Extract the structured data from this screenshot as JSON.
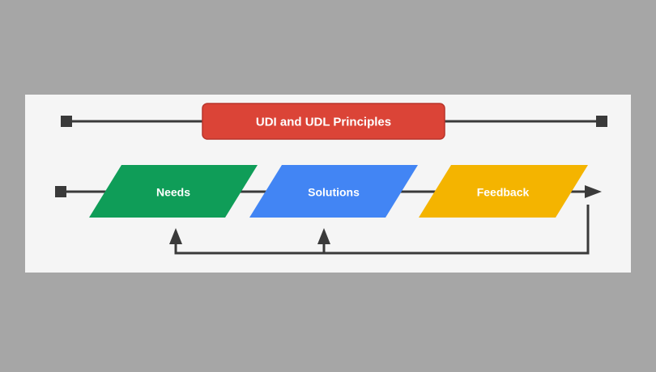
{
  "diagram": {
    "title": "UDI and UDL Principles",
    "steps": [
      {
        "label": "Needs",
        "color": "#0f9d58"
      },
      {
        "label": "Solutions",
        "color": "#4285f4"
      },
      {
        "label": "Feedback",
        "color": "#f4b400"
      }
    ],
    "colors": {
      "background": "#a6a6a6",
      "panel": "#f5f5f5",
      "title_fill": "#db4437",
      "title_border": "#b8352b",
      "line": "#3a3a3a",
      "text": "#ffffff"
    }
  }
}
